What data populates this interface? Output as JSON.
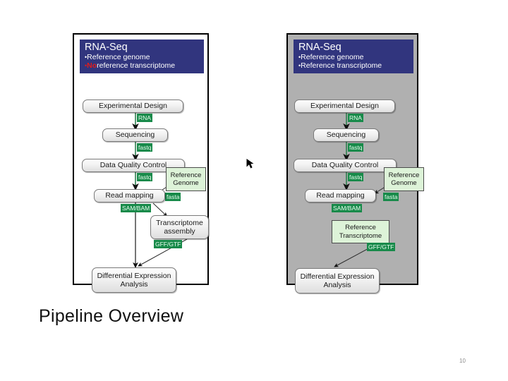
{
  "slide": {
    "title": "Pipeline Overview",
    "page_number": "10",
    "cursor_icon": "cursor-arrow-icon"
  },
  "panels": [
    {
      "id": "left",
      "background_color": "#ffffff",
      "header": {
        "title": "RNA-Seq",
        "bullets": [
          {
            "text": "Reference genome",
            "negated": false,
            "bullet": "•"
          },
          {
            "text": "reference transcriptome",
            "negated": true,
            "negation_word": "No",
            "bullet": "•"
          }
        ],
        "background_color": "#31357e",
        "text_color": "#ffffff",
        "warning_color": "#e01b1b"
      },
      "nodes": [
        {
          "name": "experimental-design",
          "label": "Experimental Design"
        },
        {
          "name": "sequencing",
          "label": "Sequencing"
        },
        {
          "name": "data-quality-control",
          "label": "Data Quality Control"
        },
        {
          "name": "read-mapping",
          "label": "Read mapping"
        },
        {
          "name": "transcriptome-assembly",
          "label": "Transcriptome assembly"
        },
        {
          "name": "differential-expression-analysis",
          "label": "Differential Expression Analysis"
        }
      ],
      "reference_boxes": [
        {
          "name": "reference-genome",
          "label": "Reference Genome"
        }
      ],
      "tags": [
        {
          "name": "tag-rna",
          "label": "RNA"
        },
        {
          "name": "tag-fastq-sequencing",
          "label": "fastq"
        },
        {
          "name": "tag-fastq-qc",
          "label": "fastq"
        },
        {
          "name": "tag-fasta-genome",
          "label": "fasta"
        },
        {
          "name": "tag-sam-bam",
          "label": "SAM/BAM"
        },
        {
          "name": "tag-gff-gtf",
          "label": "GFF/GTF"
        }
      ]
    },
    {
      "id": "right",
      "background_color": "#b0b0b0",
      "header": {
        "title": "RNA-Seq",
        "bullets": [
          {
            "text": "Reference genome",
            "negated": false,
            "bullet": "•"
          },
          {
            "text": "Reference transcriptome",
            "negated": false,
            "bullet": "•"
          }
        ],
        "background_color": "#31357e",
        "text_color": "#ffffff"
      },
      "nodes": [
        {
          "name": "experimental-design",
          "label": "Experimental Design"
        },
        {
          "name": "sequencing",
          "label": "Sequencing"
        },
        {
          "name": "data-quality-control",
          "label": "Data Quality Control"
        },
        {
          "name": "read-mapping",
          "label": "Read mapping"
        },
        {
          "name": "differential-expression-analysis",
          "label": "Differential Expression Analysis"
        }
      ],
      "reference_boxes": [
        {
          "name": "reference-genome",
          "label": "Reference Genome"
        },
        {
          "name": "reference-transcriptome",
          "label": "Reference Transcriptome"
        }
      ],
      "tags": [
        {
          "name": "tag-rna",
          "label": "RNA"
        },
        {
          "name": "tag-fastq-sequencing",
          "label": "fastq"
        },
        {
          "name": "tag-fastq-qc",
          "label": "fastq"
        },
        {
          "name": "tag-fasta-genome",
          "label": "fasta"
        },
        {
          "name": "tag-sam-bam",
          "label": "SAM/BAM"
        },
        {
          "name": "tag-gff-gtf",
          "label": "GFF/GTF"
        }
      ]
    }
  ],
  "colors": {
    "header_blue": "#31357e",
    "tag_green": "#188a4a",
    "refbox_green": "#ddf3d8",
    "panel_gray": "#b0b0b0",
    "warning_red": "#e01b1b"
  }
}
